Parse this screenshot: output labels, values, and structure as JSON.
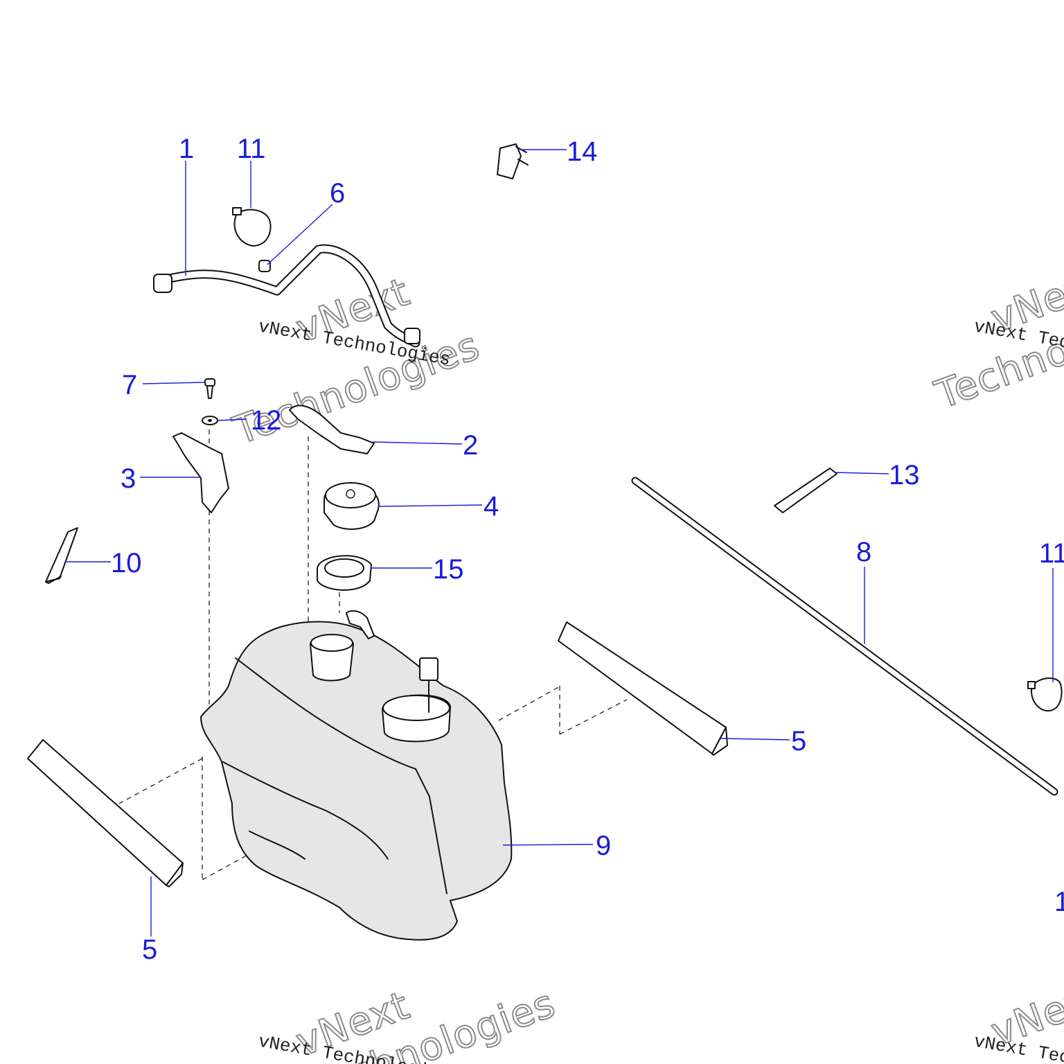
{
  "callouts": {
    "c1": "1",
    "c2": "2",
    "c3": "3",
    "c4": "4",
    "c5a": "5",
    "c5b": "5",
    "c6": "6",
    "c7": "7",
    "c8": "8",
    "c9": "9",
    "c10": "10",
    "c11a": "11",
    "c11b": "11",
    "c12": "12",
    "c13": "13",
    "c14": "14",
    "c15": "15",
    "c_partial": "1"
  },
  "watermark": {
    "small": "vNext Technologies",
    "line1": "vNext",
    "line2": "Technologies"
  },
  "colors": {
    "callout": "#1a1adc",
    "outline": "#111111",
    "tank_fill": "#e6e6e6"
  }
}
